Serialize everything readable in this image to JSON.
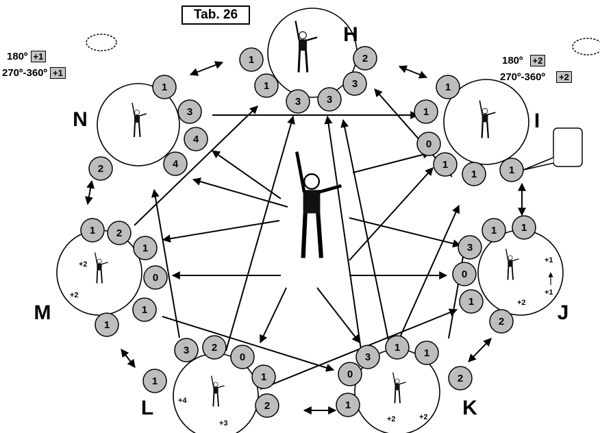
{
  "title": "Tab. 26",
  "group_labels": {
    "H": "H",
    "I": "I",
    "J": "J",
    "K": "K",
    "L": "L",
    "M": "M",
    "N": "N"
  },
  "bonus_left": {
    "row1_deg": "180º",
    "row1_val": "+1",
    "row2_deg": "270º-360º",
    "row2_val": "+1"
  },
  "bonus_right": {
    "row1_deg": "180º",
    "row1_val": "+2",
    "row2_deg": "270º-360º",
    "row2_val": "+2"
  },
  "figure_bonuses": {
    "j_top": "+1",
    "j_arrow": "+1",
    "j_bottom": "+2",
    "m_top": "+2",
    "m_bottom": "+2",
    "l_left": "+4",
    "l_bottom": "+3",
    "k_left": "+2",
    "k_right": "+2"
  },
  "circle_values": [
    "1",
    "1",
    "3",
    "3",
    "3",
    "2",
    "1",
    "3",
    "4",
    "4",
    "2",
    "1",
    "1",
    "0",
    "1",
    "1",
    "1",
    "1",
    "1",
    "3",
    "0",
    "1",
    "2",
    "2",
    "1",
    "0",
    "3",
    "1",
    "1",
    "2",
    "3",
    "2",
    "0",
    "1",
    "2",
    "1",
    "1",
    "0",
    "1",
    "1",
    "1"
  ],
  "colors": {
    "circle_fill": "#bdbdbd",
    "line": "#000000",
    "background": "#ffffff"
  },
  "icons": [
    "rotation-jump-icon",
    "gymnast-figure-icon",
    "double-arrow-icon"
  ]
}
